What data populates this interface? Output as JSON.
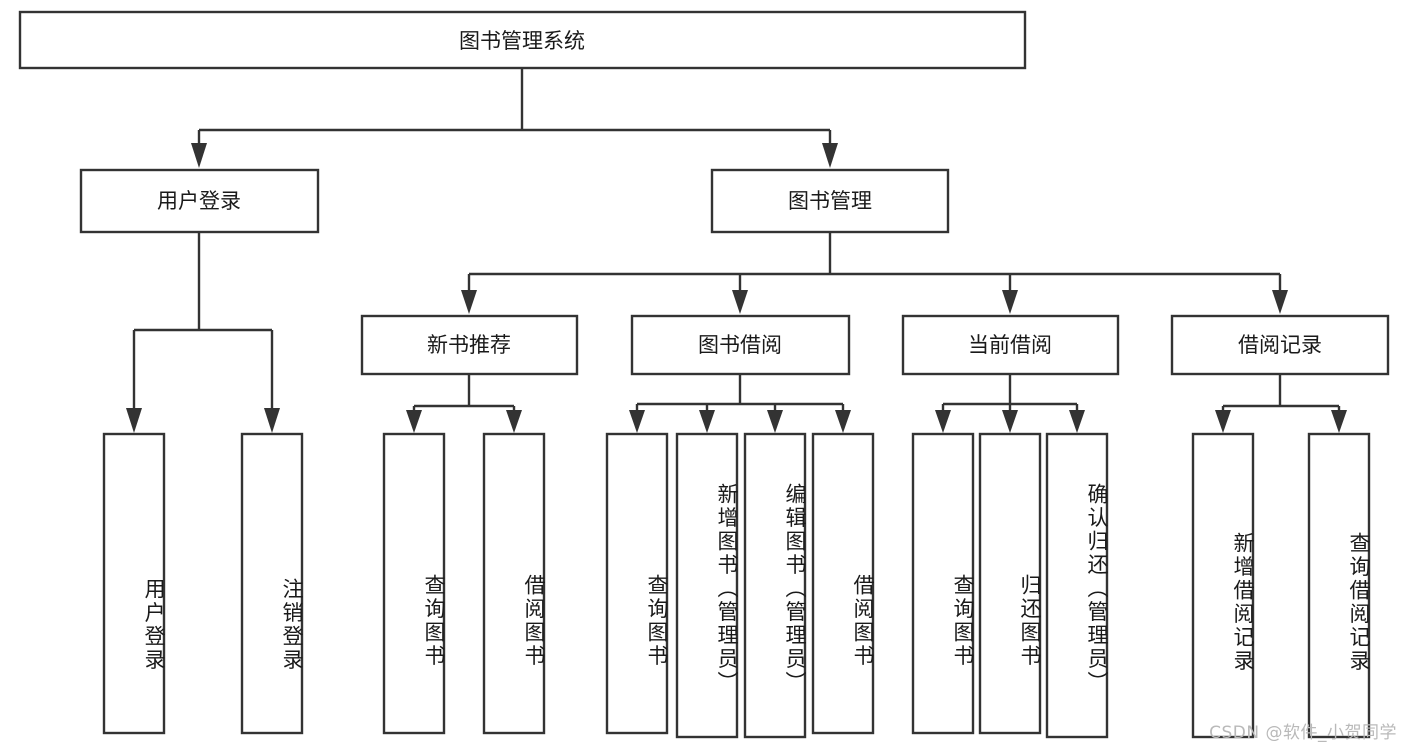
{
  "diagram": {
    "type": "tree-hierarchy",
    "title": "图书管理系统",
    "colors": {
      "box_stroke": "#333333",
      "box_fill": "#ffffff",
      "text": "#1a1a1a",
      "background": "#ffffff",
      "watermark": "#b9b9b9"
    },
    "root": {
      "label": "图书管理系统"
    },
    "level2": [
      {
        "label": "用户登录"
      },
      {
        "label": "图书管理"
      }
    ],
    "level3": [
      {
        "label": "新书推荐"
      },
      {
        "label": "图书借阅"
      },
      {
        "label": "当前借阅"
      },
      {
        "label": "借阅记录"
      }
    ],
    "leaves": {
      "user_login": [
        {
          "label": "用户登录"
        },
        {
          "label": "注销登录"
        }
      ],
      "new_book_recommend": [
        {
          "label": "查询图书"
        },
        {
          "label": "借阅图书"
        }
      ],
      "book_borrow": [
        {
          "label": "查询图书"
        },
        {
          "label": "新增图书（管理员）"
        },
        {
          "label": "编辑图书（管理员）"
        },
        {
          "label": "借阅图书"
        }
      ],
      "current_borrow": [
        {
          "label": "查询图书"
        },
        {
          "label": "归还图书"
        },
        {
          "label": "确认归还（管理员）"
        }
      ],
      "borrow_record": [
        {
          "label": "新增借阅记录"
        },
        {
          "label": "查询借阅记录"
        }
      ]
    },
    "watermark": "CSDN @软件_小贺同学"
  }
}
